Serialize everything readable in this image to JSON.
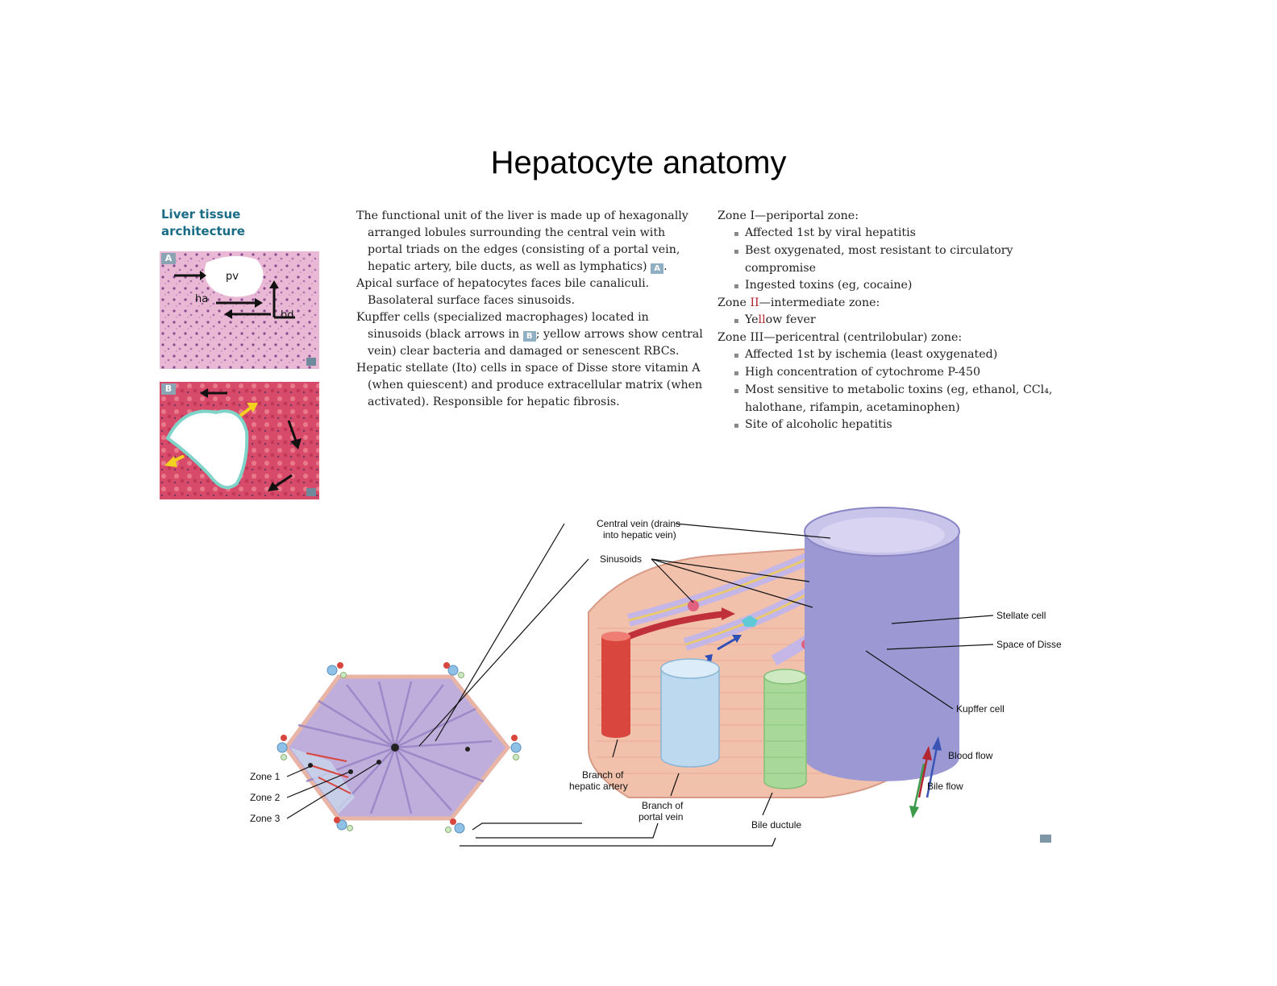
{
  "title": "Hepatocyte anatomy",
  "section": {
    "heading_line1": "Liver tissue",
    "heading_line2": "architecture"
  },
  "micrograph_a": {
    "tag": "A",
    "labels": {
      "pv": "pv",
      "ha": "ha",
      "bd": "bd"
    }
  },
  "micrograph_b": {
    "tag": "B"
  },
  "middle_text": {
    "p1": "The functional unit of the liver is made up of hexagonally arranged lobules surrounding the central vein with portal triads on the edges (consisting of a portal vein, hepatic artery, bile ducts, as well as lymphatics)",
    "p1_ref": "A",
    "p1_end": ".",
    "p2": "Apical surface of hepatocytes faces bile canaliculi. Basolateral surface faces sinusoids.",
    "p3_start": "Kupffer cells (specialized macrophages) located in sinusoids (black arrows in",
    "p3_ref": "B",
    "p3_end": "; yellow arrows show central vein) clear bacteria and damaged or senescent RBCs.",
    "p4": "Hepatic stellate (Ito) cells in space of Disse store vitamin A (when quiescent) and produce extracellular matrix (when activated). Responsible for hepatic fibrosis."
  },
  "right_text": {
    "zone1_head": "Zone I—periportal zone:",
    "zone1_items": [
      "Affected 1st by viral hepatitis",
      "Best oxygenated, most resistant to circulatory compromise",
      "Ingested toxins (eg, cocaine)"
    ],
    "zone2_head_a": "Zone ",
    "zone2_head_red": "II",
    "zone2_head_b": "—intermediate zone:",
    "zone2_item_a": "Ye",
    "zone2_item_red": "ll",
    "zone2_item_b": "ow fever",
    "zone3_head": "Zone III—pericentral (centrilobular) zone:",
    "zone3_items": [
      "Affected 1st by ischemia (least oxygenated)",
      "High concentration of cytochrome P-450",
      "Most sensitive to metabolic toxins (eg, ethanol, CCl₄, halothane, rifampin, acetaminophen)",
      "Site of alcoholic hepatitis"
    ]
  },
  "diagram_labels": {
    "central_vein_1": "Central vein (drains",
    "central_vein_2": "into hepatic vein)",
    "sinusoids": "Sinusoids",
    "stellate_cell": "Stellate cell",
    "space_of_disse": "Space of Disse",
    "kupffer_cell": "Kupffer cell",
    "blood_flow": "Blood flow",
    "bile_flow": "Bile flow",
    "zone1": "Zone 1",
    "zone2": "Zone 2",
    "zone3": "Zone 3",
    "branch_artery_1": "Branch of",
    "branch_artery_2": "hepatic artery",
    "branch_portal_1": "Branch of",
    "branch_portal_2": "portal vein",
    "bile_ductule": "Bile ductule"
  },
  "colors": {
    "heading": "#1a6b85",
    "zone_highlight": "#b0242a",
    "hexagon_fill": "#b9a6d6",
    "tissue": "#f2c1ac",
    "artery": "#d9463d",
    "portal_vein": "#bcd9ef",
    "central_vein": "#a9a7dc",
    "bile_duct": "#a8d89a"
  }
}
